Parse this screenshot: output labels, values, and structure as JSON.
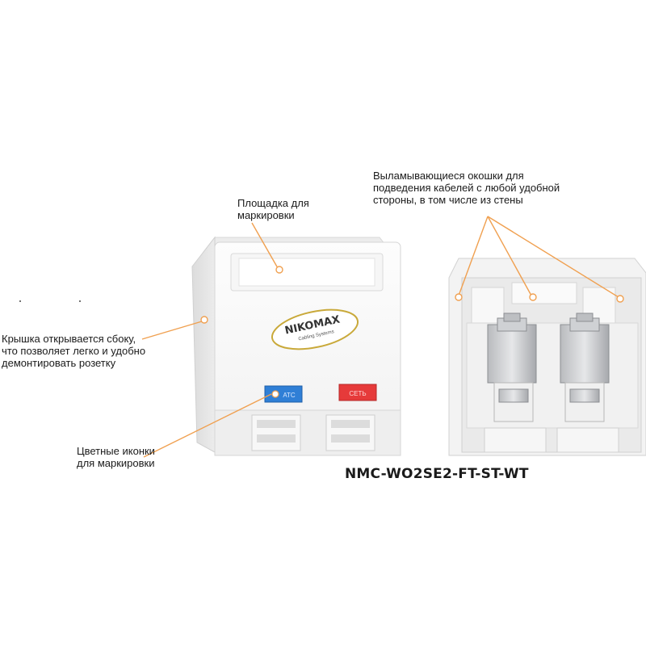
{
  "callouts": {
    "marking_area": "Площадка для\nмаркировки",
    "side_lid": "Крышка открывается сбоку,\nчто позволяет легко и удобно\nдемонтировать розетку",
    "color_icons": "Цветные иконки\nдля маркировки",
    "knockouts": "Выламывающиеся окошки для\nподведения кабелей с любой удобной\nстороны, в том числе из стены"
  },
  "brand": {
    "name": "NIKOMAX",
    "tagline": "Cabling Systems"
  },
  "icons": {
    "left_label": "АТС",
    "right_label": "СЕТЬ",
    "left_color": "#2f7fd6",
    "right_color": "#e63a3a"
  },
  "model": "NMC-WO2SE2-FT-ST-WT",
  "colors": {
    "callout_line": "#f0a050",
    "callout_dot_border": "#f0a050"
  }
}
